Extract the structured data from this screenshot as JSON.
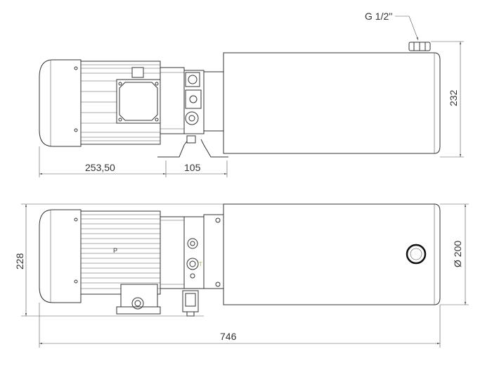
{
  "drawing": {
    "top_view": {
      "thread_label": "G 1/2''",
      "height_dim": "232",
      "motor_length_dim": "253,50",
      "mount_dim": "105"
    },
    "bottom_view": {
      "width_dim": "228",
      "tank_diameter_dim": "Ø 200",
      "overall_length_dim": "746",
      "port_p_label": "P",
      "port_t_label": "T"
    }
  }
}
